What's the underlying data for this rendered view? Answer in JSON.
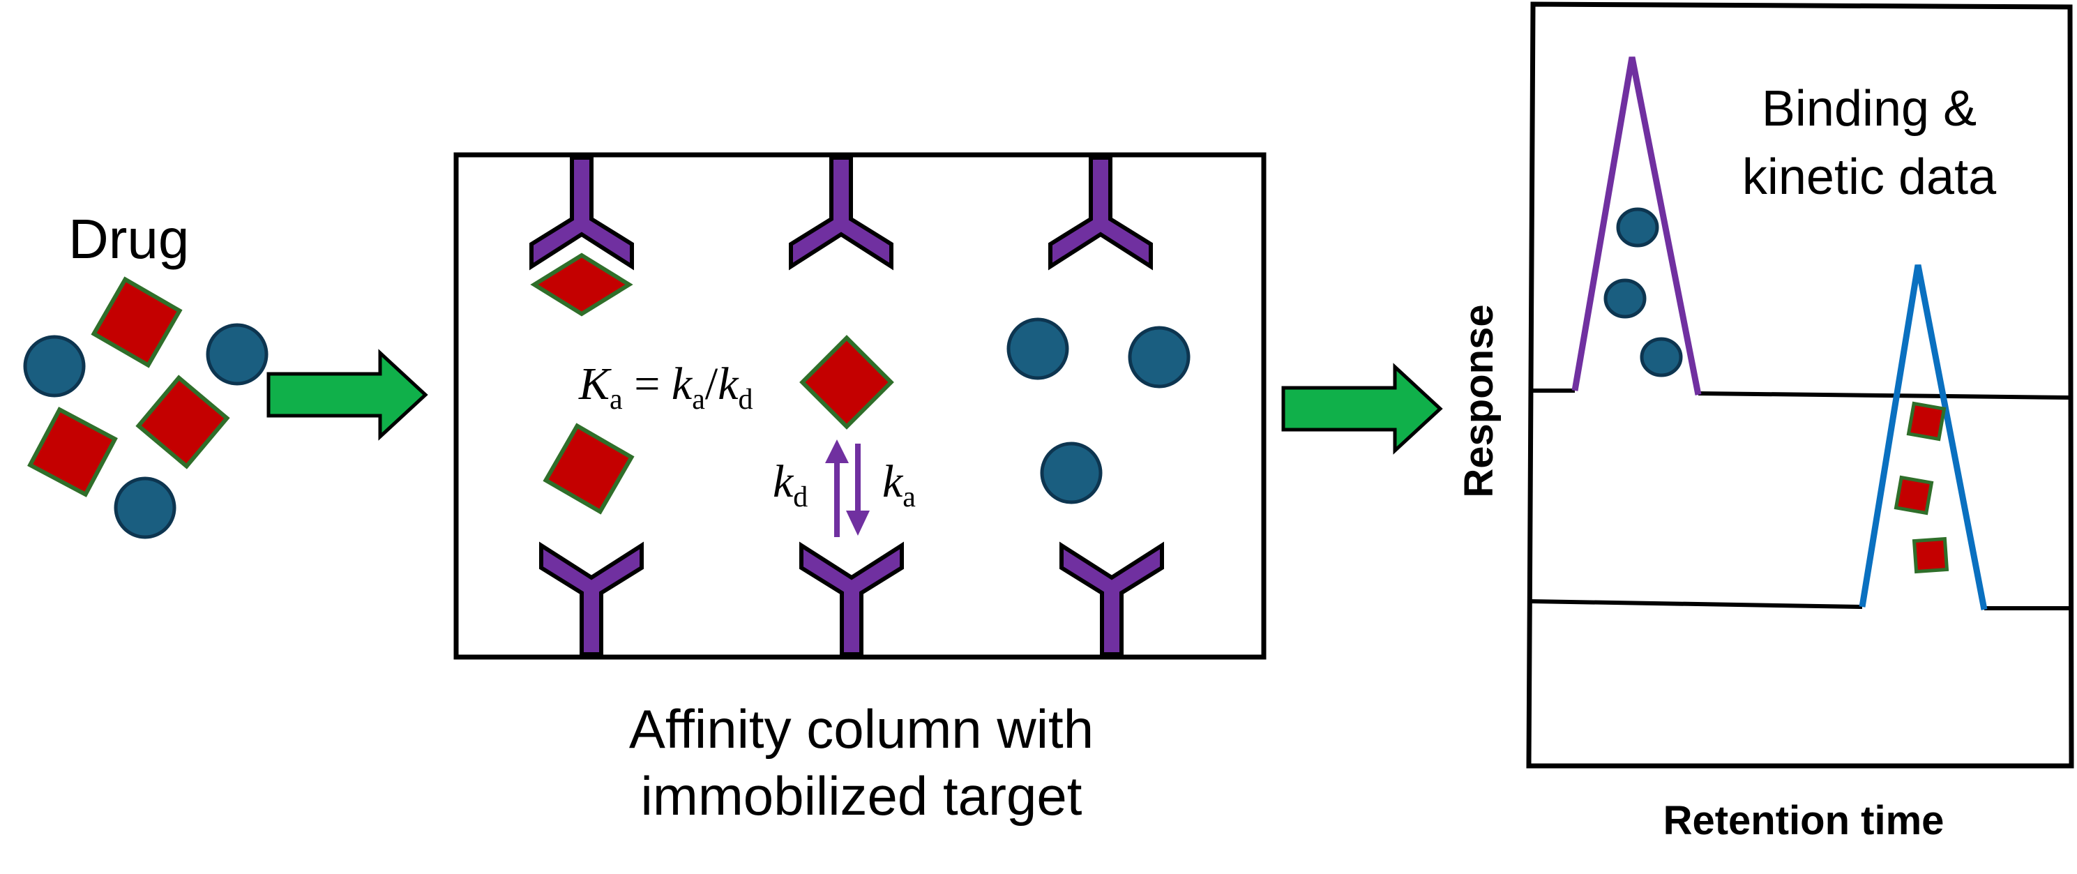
{
  "labels": {
    "drug": "Drug",
    "column_line1": "Affinity column with",
    "column_line2": "immobilized target",
    "result_line1": "Binding &",
    "result_line2": "kinetic data",
    "y_axis": "Response",
    "x_axis": "Retention time"
  },
  "equation": {
    "K": "K",
    "K_sub": "a",
    "equals": " = ",
    "k1": "k",
    "k1_sub": "a",
    "slash": "/",
    "k2": "k",
    "k2_sub": "d"
  },
  "rate_labels": {
    "kd": "k",
    "kd_sub": "d",
    "ka": "k",
    "ka_sub": "a"
  },
  "colors": {
    "circle_fill": "#1a5e80",
    "circle_stroke": "#0d3550",
    "diamond_fill": "#c40000",
    "diamond_stroke": "#2f6f2a",
    "arrow_fill": "#10b04a",
    "receptor_fill": "#7030a0",
    "peak1": "#7030a0",
    "peak2": "#0a70c0"
  }
}
